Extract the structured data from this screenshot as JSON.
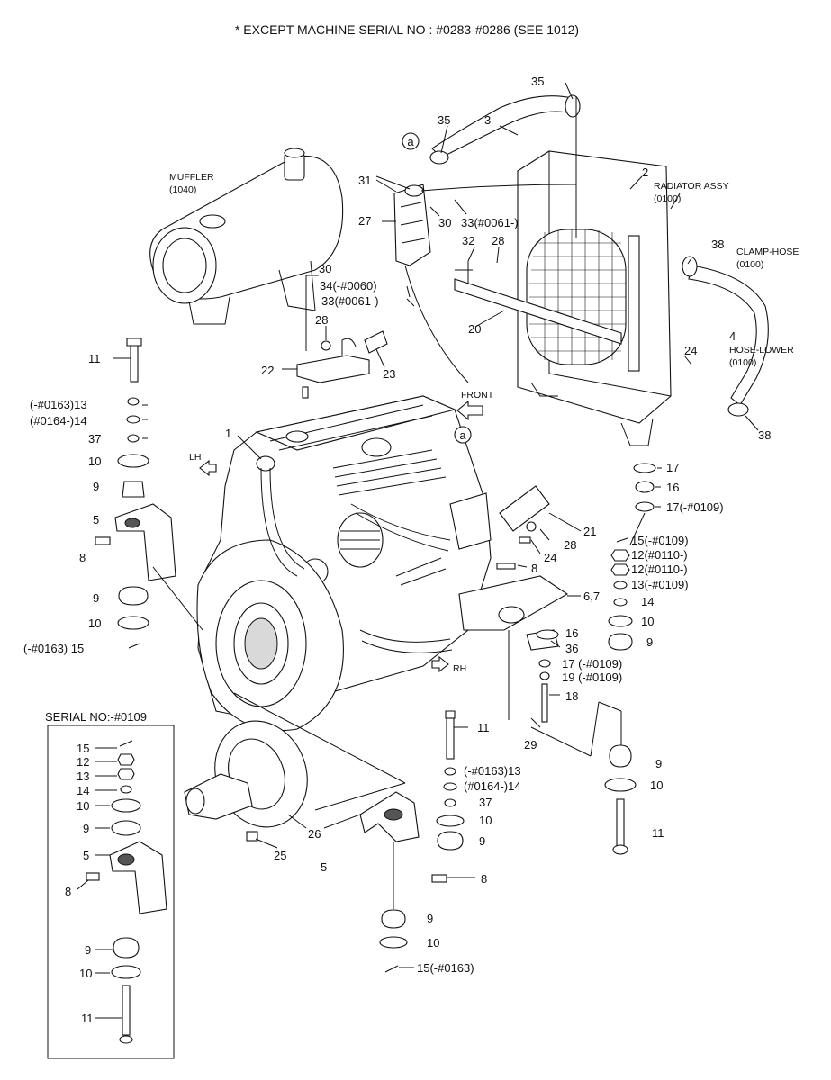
{
  "header": {
    "note": "* EXCEPT MACHINE SERIAL NO : #0283-#0286 (SEE 1012)"
  },
  "components": {
    "muffler": {
      "name": "MUFFLER",
      "ref": "(1040)"
    },
    "radiator": {
      "name": "RADIATOR ASSY",
      "ref": "(0100)"
    },
    "clamp_hose": {
      "name": "CLAMP-HOSE",
      "ref": "(0100)"
    },
    "hose_lower": {
      "name": "HOSE-LOWER",
      "ref": "(0100)"
    }
  },
  "directions": {
    "front": "FRONT",
    "lh": "LH",
    "rh": "RH"
  },
  "inset": {
    "title": "SERIAL NO:-#0109"
  },
  "callouts": {
    "c35a": "35",
    "c35b": "35",
    "c3": "3",
    "c2": "2",
    "ca1": "a",
    "c31": "31",
    "c27": "27",
    "c30a": "30",
    "c33a": "33(#0061-)",
    "c32": "32",
    "c28a": "28",
    "c38a": "38",
    "c30b": "30",
    "c34": "34(-#0060)",
    "c33b": "33(#0061-)",
    "c20": "20",
    "c28b": "28",
    "c24a": "24",
    "c4": "4",
    "c22": "22",
    "c23": "23",
    "c38b": "38",
    "ca2": "a",
    "c1": "1",
    "l11": "11",
    "l13": "(-#0163)13",
    "l14": "(#0164-)14",
    "l37": "37",
    "l10a": "10",
    "l9a": "9",
    "l5": "5",
    "l8": "8",
    "l9b": "9",
    "l10b": "10",
    "l15": "(-#0163)  15",
    "r17a": "17",
    "r16a": "16",
    "r17b": "17(-#0109)",
    "r21": "21",
    "r28": "28",
    "r24": "24",
    "r8": "8",
    "r15": "15(-#0109)",
    "r12a": "12(#0110-)",
    "r12b": "12(#0110-)",
    "r13": "13(-#0109)",
    "r14": "14",
    "r10": "10",
    "r67": "6,7",
    "r9": "9",
    "r16b": "16",
    "r36": "36",
    "r17c": "17 (-#0109)",
    "r19": "19 (-#0109)",
    "r18": "18",
    "r29": "29",
    "r9b": "9",
    "r10b": "10",
    "r11": "11",
    "m11": "11",
    "m13": "(-#0163)13",
    "m14": "(#0164-)14",
    "m37": "37",
    "m10": "10",
    "m9": "9",
    "m8": "8",
    "m5": "5",
    "m9b": "9",
    "m10b": "10",
    "m15": "15(-#0163)",
    "m26": "26",
    "m25": "25",
    "i15": "15",
    "i12": "12",
    "i13": "13",
    "i14": "14",
    "i10": "10",
    "i9": "9",
    "i5": "5",
    "i8": "8",
    "i9b": "9",
    "i10b": "10",
    "i11": "11"
  },
  "colors": {
    "line": "#111111",
    "paper": "#ffffff",
    "shade": "#d9d9d9"
  }
}
